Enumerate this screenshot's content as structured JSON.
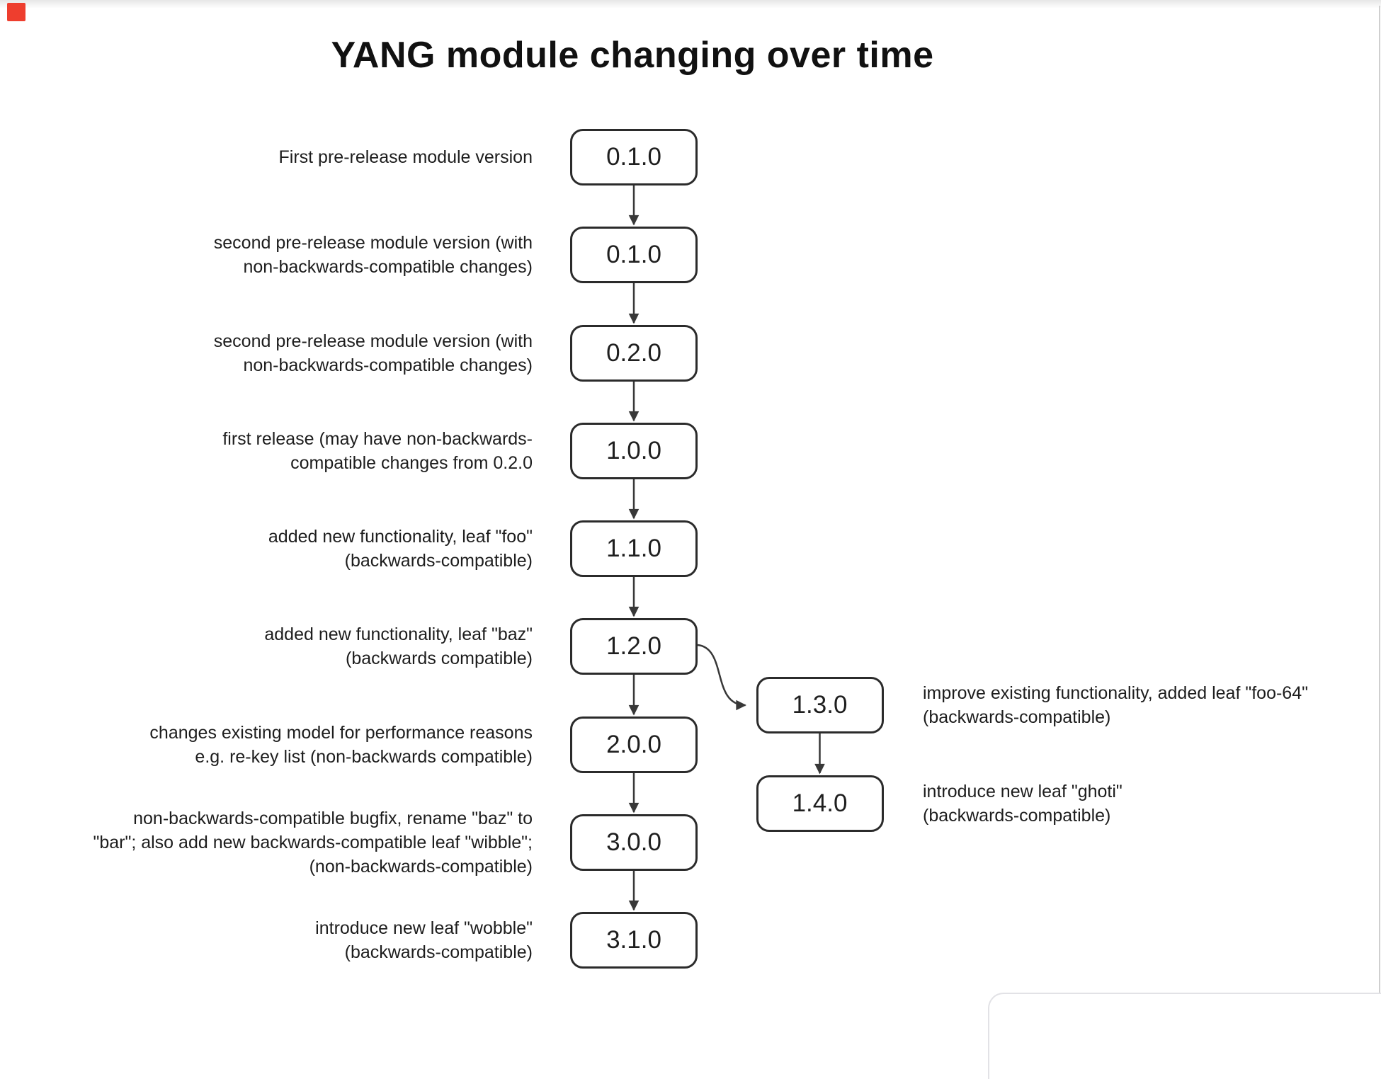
{
  "page": {
    "title": "YANG module changing over time",
    "marker_color": "#ee3e2e",
    "colors": {
      "box_border": "#2b2b2b",
      "arrow": "#383838",
      "text": "#1d1d1d",
      "faint_border": "#e2e2e6"
    }
  },
  "diagram": {
    "main_chain": [
      {
        "id": "m0",
        "version": "0.1.0",
        "label_lines": [
          "First pre-release module version"
        ]
      },
      {
        "id": "m1",
        "version": "0.1.0",
        "label_lines": [
          "second pre-release module version (with",
          "non-backwards-compatible changes)"
        ]
      },
      {
        "id": "m2",
        "version": "0.2.0",
        "label_lines": [
          "second pre-release module version (with",
          "non-backwards-compatible changes)"
        ]
      },
      {
        "id": "m3",
        "version": "1.0.0",
        "label_lines": [
          "first release (may have non-backwards-",
          "compatible changes from 0.2.0"
        ]
      },
      {
        "id": "m4",
        "version": "1.1.0",
        "label_lines": [
          "added new functionality, leaf \"foo\"",
          "(backwards-compatible)"
        ]
      },
      {
        "id": "m5",
        "version": "1.2.0",
        "label_lines": [
          "added new functionality, leaf \"baz\"",
          "(backwards compatible)"
        ]
      },
      {
        "id": "m6",
        "version": "2.0.0",
        "label_lines": [
          "changes existing model for performance reasons",
          "e.g. re-key list (non-backwards compatible)"
        ]
      },
      {
        "id": "m7",
        "version": "3.0.0",
        "label_lines": [
          "non-backwards-compatible bugfix, rename \"baz\" to",
          "\"bar\"; also add new backwards-compatible leaf \"wibble\";",
          "(non-backwards-compatible)"
        ]
      },
      {
        "id": "m8",
        "version": "3.1.0",
        "label_lines": [
          "introduce new leaf \"wobble\"",
          "(backwards-compatible)"
        ]
      }
    ],
    "branch_chain": [
      {
        "id": "b0",
        "version": "1.3.0",
        "label_lines": [
          "improve existing functionality, added leaf \"foo-64\"",
          "(backwards-compatible)"
        ]
      },
      {
        "id": "b1",
        "version": "1.4.0",
        "label_lines": [
          "introduce new leaf \"ghoti\"",
          "(backwards-compatible)"
        ]
      }
    ],
    "edges": [
      [
        "m0",
        "m1"
      ],
      [
        "m1",
        "m2"
      ],
      [
        "m2",
        "m3"
      ],
      [
        "m3",
        "m4"
      ],
      [
        "m4",
        "m5"
      ],
      [
        "m5",
        "m6"
      ],
      [
        "m6",
        "m7"
      ],
      [
        "m7",
        "m8"
      ],
      [
        "m5",
        "b0"
      ],
      [
        "b0",
        "b1"
      ]
    ]
  }
}
